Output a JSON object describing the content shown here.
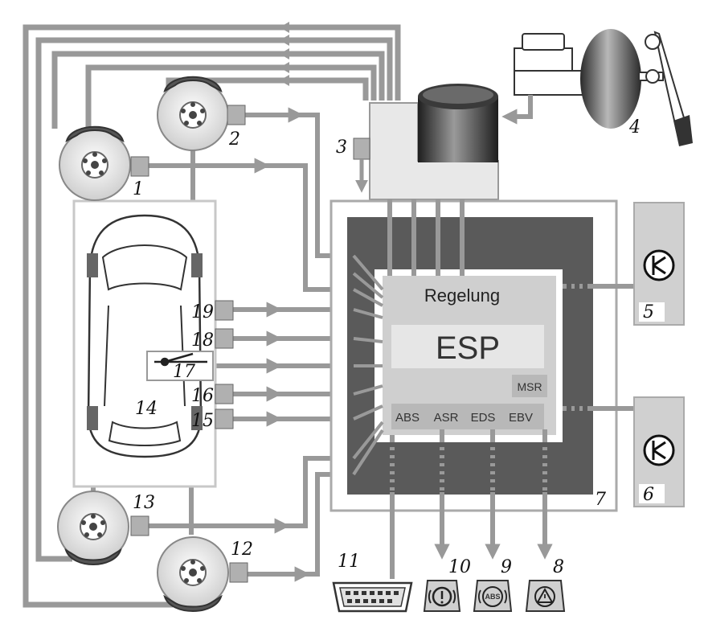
{
  "control": {
    "regelung": "Regelung",
    "esp": "ESP",
    "functions": [
      "ABS",
      "ASR",
      "EDS",
      "EBV"
    ],
    "msr": "MSR"
  },
  "labels": {
    "n1": "1",
    "n2": "2",
    "n3": "3",
    "n4": "4",
    "n5": "5",
    "n6": "6",
    "n7": "7",
    "n8": "8",
    "n9": "9",
    "n10": "10",
    "n11": "11",
    "n12": "12",
    "n13": "13",
    "n14": "14",
    "n15": "15",
    "n16": "16",
    "n17": "17",
    "n18": "18",
    "n19": "19"
  },
  "icons": {
    "abs_lamp_text": "ABS",
    "brake_light": "brake-warning-lamp-icon",
    "abs_light": "abs-warning-lamp-icon",
    "warning_light": "warning-triangle-lamp-icon",
    "diag": "obd-diagnostic-connector-icon"
  },
  "colors": {
    "line": "#999999",
    "dark_block": "#5a5a5a",
    "panel": "#cfcfcf",
    "sensor": "#b0b0b0"
  }
}
